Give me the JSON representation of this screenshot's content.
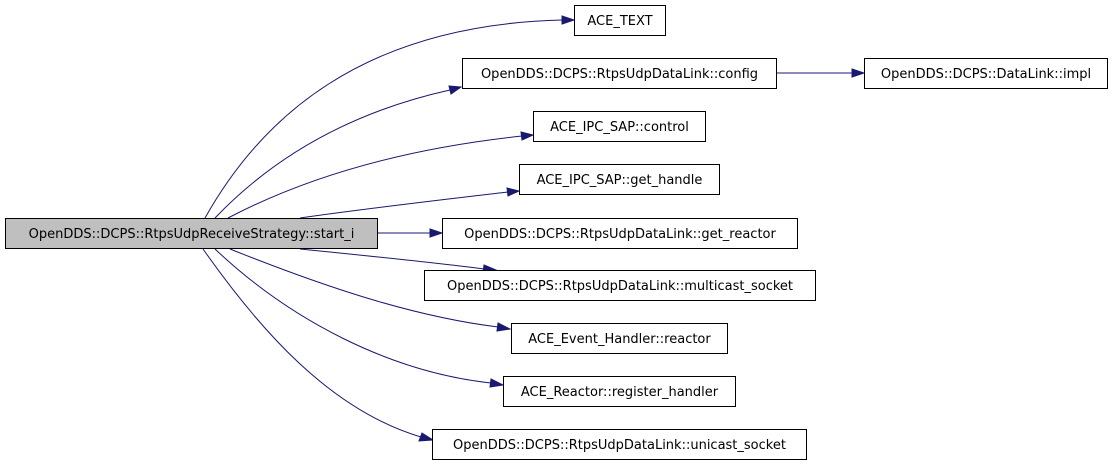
{
  "diagram": {
    "colors": {
      "edge": "#191970",
      "root_fill": "#bfbfbf",
      "node_fill": "#ffffff",
      "border": "#000000"
    },
    "nodes": {
      "root": "OpenDDS::DCPS::RtpsUdpReceiveStrategy::start_i",
      "ace_text": "ACE_TEXT",
      "config": "OpenDDS::DCPS::RtpsUdpDataLink::config",
      "impl": "OpenDDS::DCPS::DataLink::impl",
      "control": "ACE_IPC_SAP::control",
      "get_handle": "ACE_IPC_SAP::get_handle",
      "get_reactor": "OpenDDS::DCPS::RtpsUdpDataLink::get_reactor",
      "multicast_socket": "OpenDDS::DCPS::RtpsUdpDataLink::multicast_socket",
      "reactor": "ACE_Event_Handler::reactor",
      "register_handler": "ACE_Reactor::register_handler",
      "unicast_socket": "OpenDDS::DCPS::RtpsUdpDataLink::unicast_socket"
    },
    "edges": [
      {
        "from": "root",
        "to": "ace_text"
      },
      {
        "from": "root",
        "to": "config"
      },
      {
        "from": "config",
        "to": "impl"
      },
      {
        "from": "root",
        "to": "control"
      },
      {
        "from": "root",
        "to": "get_handle"
      },
      {
        "from": "root",
        "to": "get_reactor"
      },
      {
        "from": "root",
        "to": "multicast_socket"
      },
      {
        "from": "root",
        "to": "reactor"
      },
      {
        "from": "root",
        "to": "register_handler"
      },
      {
        "from": "root",
        "to": "unicast_socket"
      }
    ]
  }
}
